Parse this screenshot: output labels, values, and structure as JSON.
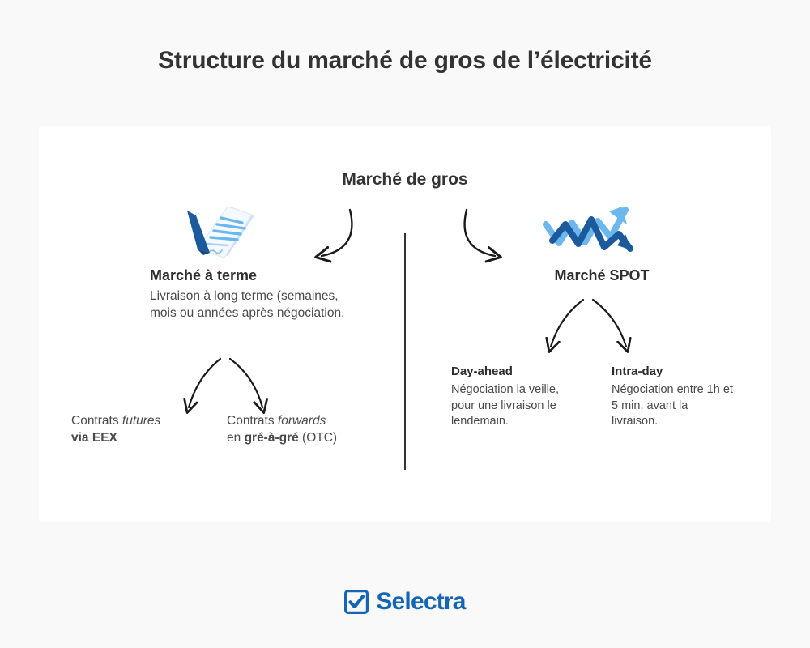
{
  "page": {
    "title": "Structure du marché de gros de l’électricité",
    "background_color": "#f9f9fa",
    "card_background": "#ffffff",
    "title_color": "#333333"
  },
  "diagram": {
    "heading": "Marché de gros",
    "branches": {
      "left": {
        "icon": "signed-contract-icon",
        "title": "Marché à terme",
        "body": "Livraison à long terme (semaines, mois ou années après négociation.",
        "children": [
          {
            "text_prefix": "Contrats ",
            "text_italic": "futures",
            "line2_bold": "via EEX",
            "line2_suffix": "",
            "name": "futures-eex"
          },
          {
            "text_prefix": "Contrats ",
            "text_italic": "forwards",
            "line2_prefix": "en ",
            "line2_bold": "gré-à-gré",
            "line2_suffix": " (OTC)",
            "name": "forwards-otc"
          }
        ]
      },
      "right": {
        "icon": "volatility-arrows-icon",
        "title": "Marché SPOT",
        "children": [
          {
            "title": "Day-ahead",
            "body": "Négociation la veille, pour une livraison le lendemain.",
            "name": "day-ahead"
          },
          {
            "title": "Intra-day",
            "body": "Négociation entre 1h et 5 min. avant la livraison.",
            "name": "intra-day"
          }
        ]
      }
    }
  },
  "colors": {
    "icon_blue_light": "#6cb8ee",
    "icon_blue_mid": "#3b8fd4",
    "icon_blue_dark": "#1c5a9e",
    "paper_light": "#eaf2fb",
    "arrow_black": "#1a1a1a",
    "brand_blue": "#1565b5"
  },
  "footer": {
    "brand": "Selectra",
    "logo_icon": "checkbox-check-icon"
  }
}
